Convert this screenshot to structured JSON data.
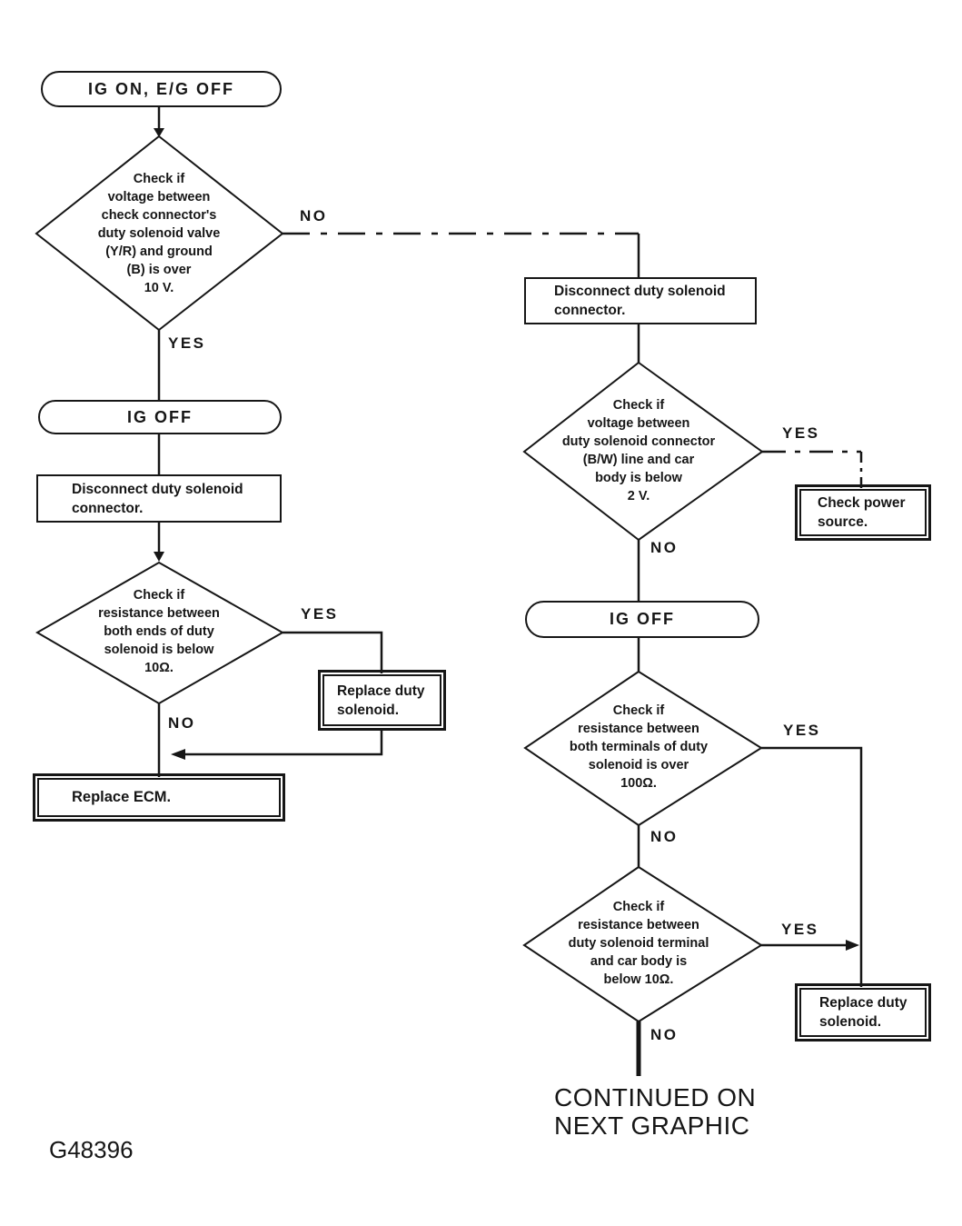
{
  "colors": {
    "ink": "#161616",
    "paper": "#ffffff"
  },
  "flowchart": {
    "start": "IG ON, E/G OFF",
    "left": {
      "decision_voltage": {
        "text": "Check if\nvoltage between\ncheck connector's\nduty solenoid valve\n(Y/R) and ground\n(B) is over\n10 V.",
        "yes": "YES",
        "no": "NO"
      },
      "ig_off": "IG OFF",
      "disconnect": "Disconnect duty solenoid\nconnector.",
      "decision_resistance": {
        "text": "Check if\nresistance between\nboth ends of duty\nsolenoid is below\n10Ω.",
        "yes": "YES",
        "no": "NO"
      },
      "replace_duty_solenoid": "Replace duty\nsolenoid.",
      "replace_ecm": "Replace ECM."
    },
    "right": {
      "disconnect": "Disconnect duty solenoid\nconnector.",
      "decision_voltage_body": {
        "text": "Check if\nvoltage between\nduty solenoid connector\n(B/W) line and car\nbody is below\n2 V.",
        "yes": "YES",
        "no": "NO"
      },
      "check_power_source": "Check power\nsource.",
      "ig_off": "IG OFF",
      "decision_resistance_terminals": {
        "text": "Check if\nresistance between\nboth terminals of duty\nsolenoid is over\n100Ω.",
        "yes": "YES",
        "no": "NO"
      },
      "decision_resistance_body": {
        "text": "Check if\nresistance between\nduty solenoid terminal\nand car body is\nbelow 10Ω.",
        "yes": "YES",
        "no": "NO"
      },
      "replace_duty_solenoid": "Replace duty\nsolenoid."
    },
    "footer": {
      "continued": "CONTINUED ON\nNEXT GRAPHIC",
      "figure_id": "G48396"
    }
  }
}
